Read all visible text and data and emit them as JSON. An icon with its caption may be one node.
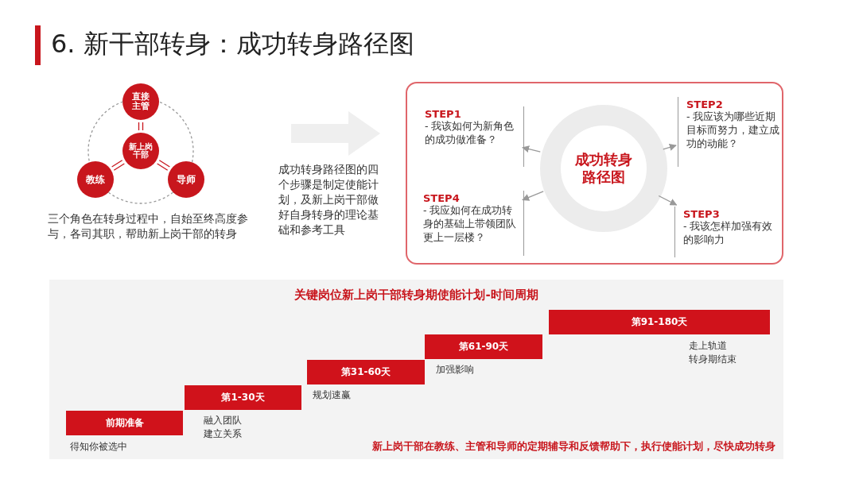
{
  "diagram": {
    "title": "6. 新干部转身：成功转身路径图",
    "nodes": [
      {
        "text": [
          "直接主管"
        ]
      },
      {
        "text": [
          "新上岗干部"
        ]
      },
      {
        "text": [
          "教练"
        ]
      },
      {
        "text": [
          "导师"
        ]
      },
      {
        "text": [],
        "shape": "box"
      },
      {
        "text": [
          "成功转身路径图"
        ],
        "in": 4
      },
      {
        "text": [
          "STEP1",
          "- 我该如何为新角色的成功做准备？"
        ],
        "in": 4
      },
      {
        "text": [
          "STEP2",
          "- 我应该为哪些近期目标而努力，建立成功的动能？"
        ],
        "in": 4
      },
      {
        "text": [
          "STEP3",
          "- 我该怎样加强有效的影响力"
        ],
        "in": 4
      },
      {
        "text": [
          "STEP4",
          "- 我应如何在成功转身的基础上带领团队更上一层楼？"
        ],
        "in": 4
      },
      {
        "text": [
          "关键岗位新上岗干部转身期使能计划-时间周期",
          "新上岗干部在教练、主管和导师的定期辅导和反馈帮助下，执行使能计划，尽快成功转身"
        ]
      },
      {
        "text": [
          "前期准备"
        ],
        "in": 10,
        "beside": [
          "得知你被选中"
        ]
      },
      {
        "text": [
          "第1-30天"
        ],
        "in": 10,
        "beside": [
          "融入团队",
          "建立关系"
        ]
      },
      {
        "text": [
          "第31-60天"
        ],
        "in": 10,
        "beside": [
          "规划速赢"
        ]
      },
      {
        "text": [
          "第61-90天"
        ],
        "in": 10,
        "beside": [
          "加强影响"
        ]
      },
      {
        "text": [
          "第91-180天"
        ],
        "in": 10,
        "beside": [
          "走上轨道",
          "转身期结束"
        ]
      }
    ],
    "edges": [
      {
        "from": 0,
        "to": 1,
        "arrow": "none",
        "color": "#c8161d"
      },
      {
        "from": 2,
        "to": 1,
        "arrow": "none",
        "color": "#c8161d"
      },
      {
        "from": 3,
        "to": 1,
        "arrow": "none",
        "color": "#c8161d"
      },
      {
        "from": 0,
        "to": 2,
        "arrow": "none",
        "style": "dashed"
      },
      {
        "from": 2,
        "to": 3,
        "arrow": "none",
        "style": "dashed"
      },
      {
        "from": 3,
        "to": 0,
        "arrow": "none",
        "style": "dashed"
      },
      {
        "from": 5,
        "to": 6,
        "arrow": "to"
      },
      {
        "from": 5,
        "to": 7,
        "arrow": "to"
      },
      {
        "from": 5,
        "to": 8,
        "arrow": "to"
      },
      {
        "from": 5,
        "to": 9,
        "arrow": "to"
      }
    ],
    "labels": [
      "三个角色在转身过程中，自始至终高度参与，各司其职，帮助新上岗干部的转身",
      "成功转身路径图的四个步骤是制定使能计划，及新上岗干部做好自身转身的理论基础和参考工具"
    ]
  }
}
